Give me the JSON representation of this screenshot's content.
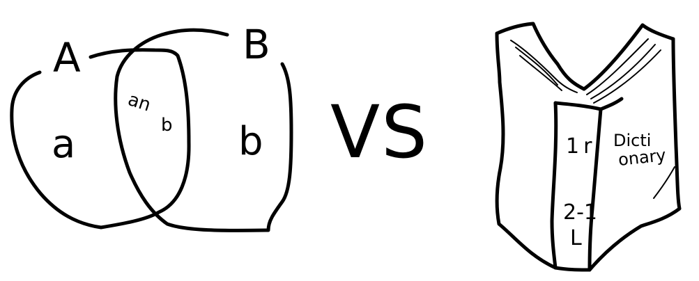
{
  "venn": {
    "set_a_label": "A",
    "set_b_label": "B",
    "region_a_label": "a",
    "region_b_label": "b",
    "overlap_label_line1": "an",
    "overlap_label_line2": "b"
  },
  "separator": {
    "text": "VS"
  },
  "book": {
    "spine_top": "1 r",
    "spine_bottom_line1": "2-1",
    "spine_bottom_line2": "L",
    "cover_line1": "Dicti",
    "cover_line2": "onary"
  }
}
